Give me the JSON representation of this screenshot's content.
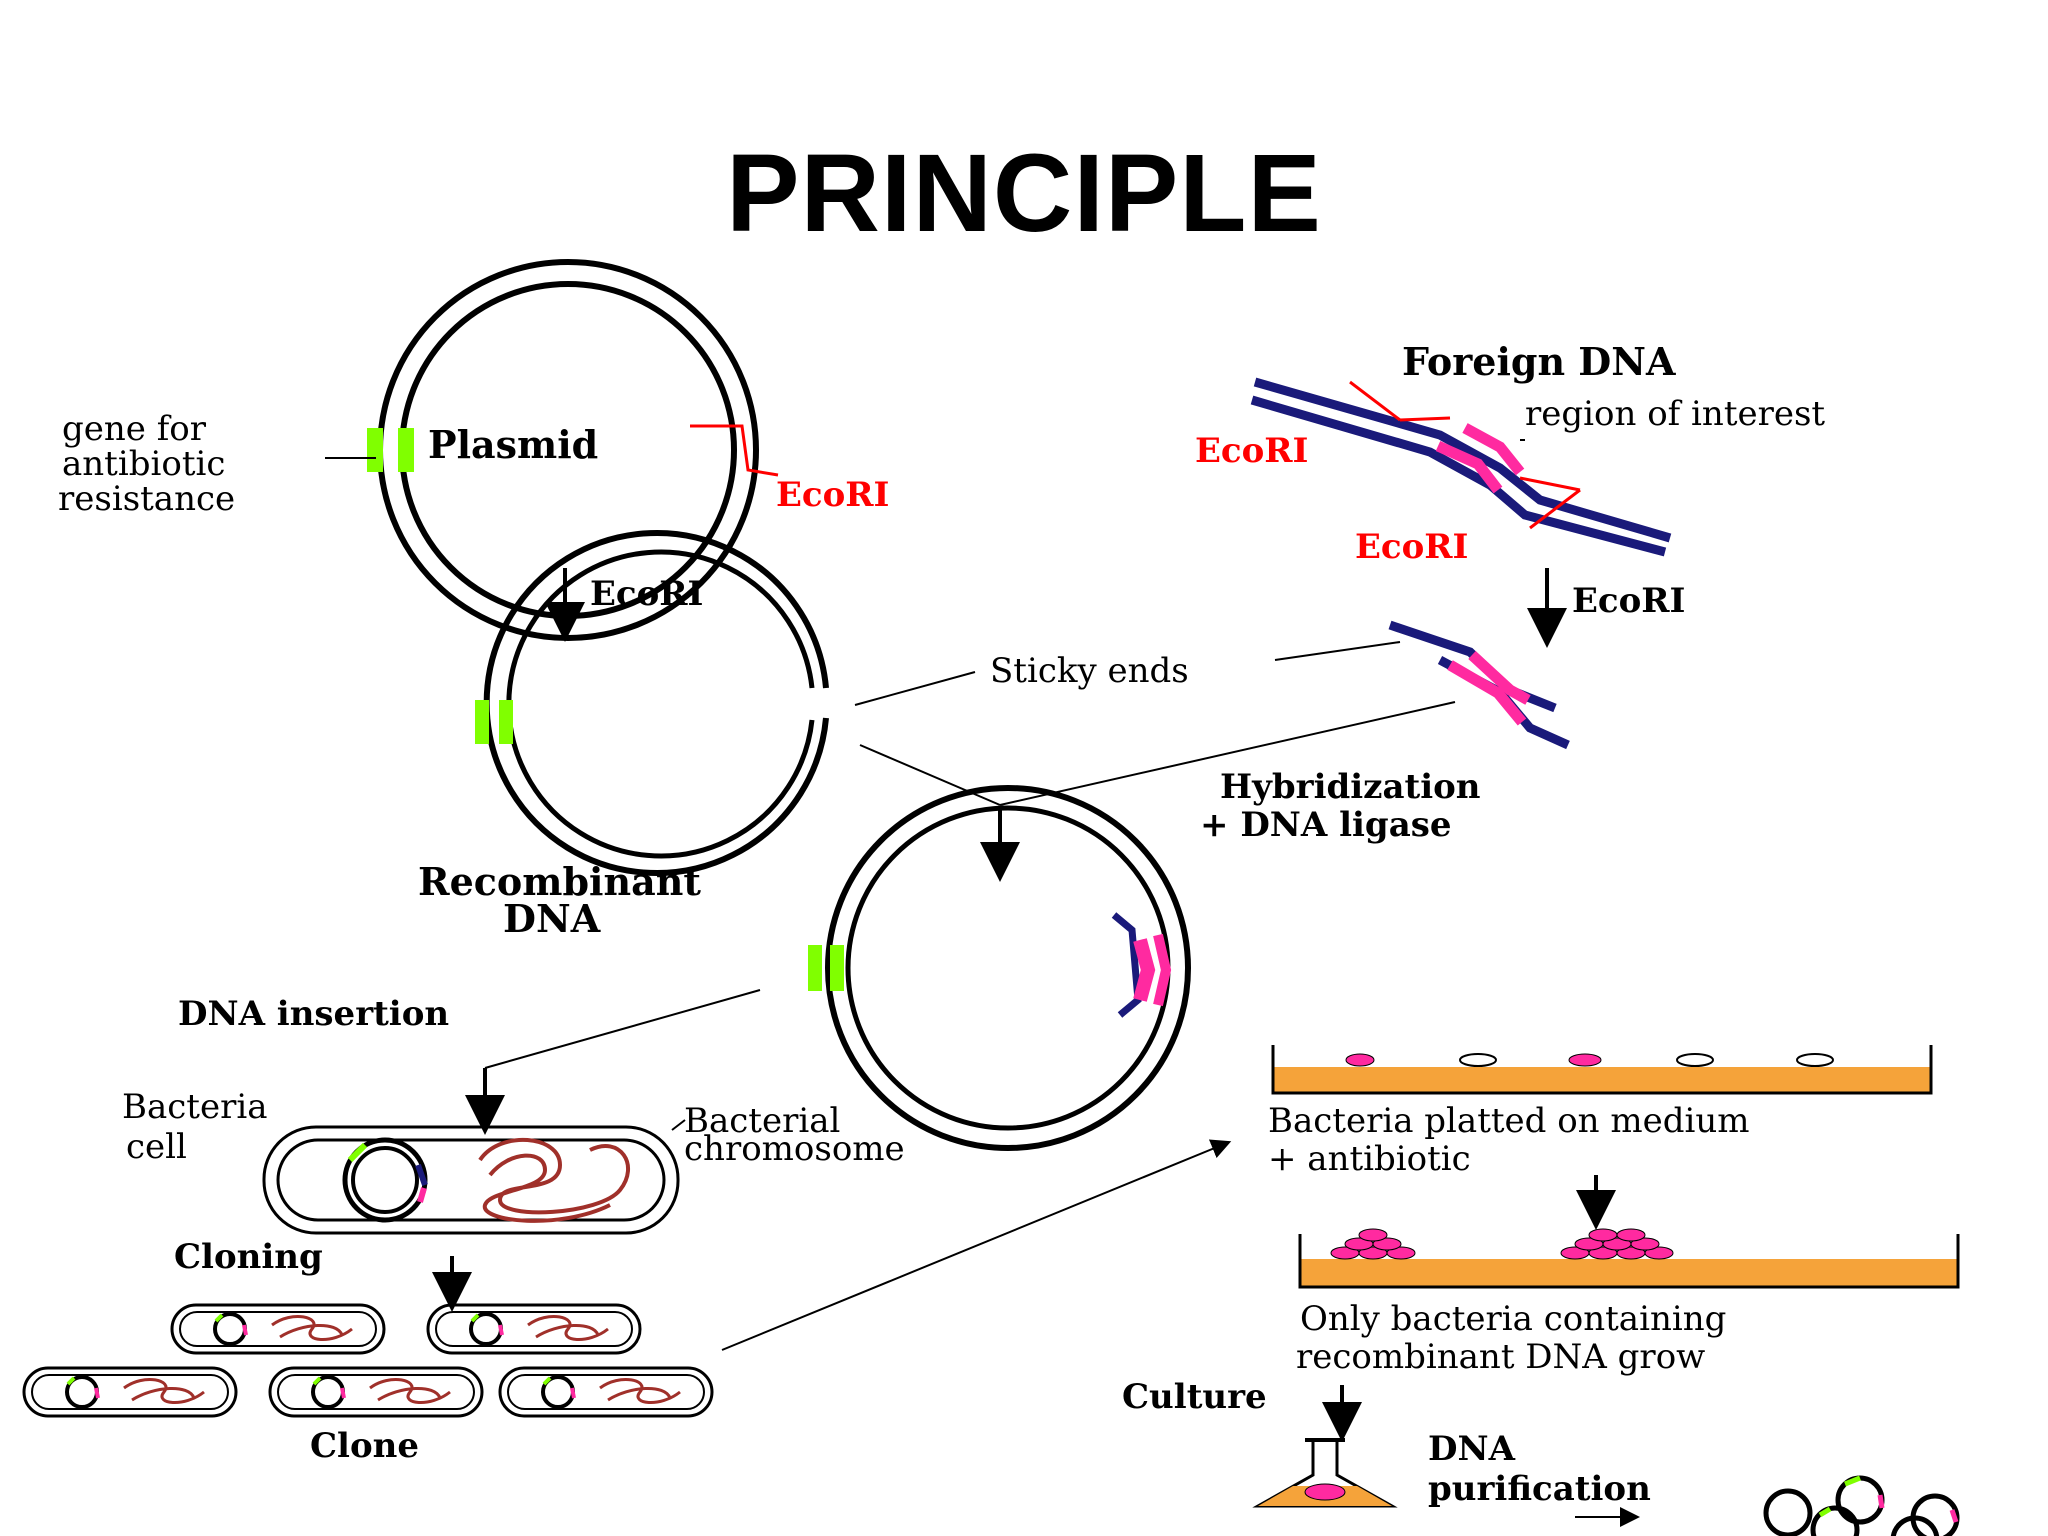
{
  "slide": {
    "title": "PRINCIPLE"
  },
  "labels": {
    "plasmid": "Plasmid",
    "gene_line1": "gene for",
    "gene_line2": "antibiotic",
    "gene_line3": "resistance",
    "ecori_plasmid": "EcoRI",
    "ecori_arrow_left": "EcoRI",
    "foreign_dna": "Foreign DNA",
    "region_of_interest": "region of interest",
    "ecori_foreign_top": "EcoRI",
    "ecori_foreign_bottom": "EcoRI",
    "ecori_arrow_right": "EcoRI",
    "sticky_ends": "Sticky ends",
    "hybridization_line1": "Hybridization",
    "hybridization_line2": "+ DNA ligase",
    "recombinant_line1": "Recombinant",
    "recombinant_line2": "DNA",
    "dna_insertion": "DNA insertion",
    "bacteria_cell_line1": "Bacteria",
    "bacteria_cell_line2": "cell",
    "bacterial_chromosome_line1": "Bacterial",
    "bacterial_chromosome_line2": "chromosome",
    "cloning": "Cloning",
    "clone": "Clone",
    "plated_line1": "Bacteria platted on medium",
    "plated_line2": "+ antibiotic",
    "only_line1": "Only bacteria containing",
    "only_line2": "recombinant DNA grow",
    "culture": "Culture",
    "purification_line1": "DNA",
    "purification_line2": "purification"
  },
  "colors": {
    "resistance_gene": "#80ff00",
    "restriction_site": "#ff0000",
    "foreign_strand": "#1a1a7a",
    "region_of_interest": "#ff2aa0",
    "medium": "#f5a33a",
    "chromosome": "#a0302a"
  }
}
